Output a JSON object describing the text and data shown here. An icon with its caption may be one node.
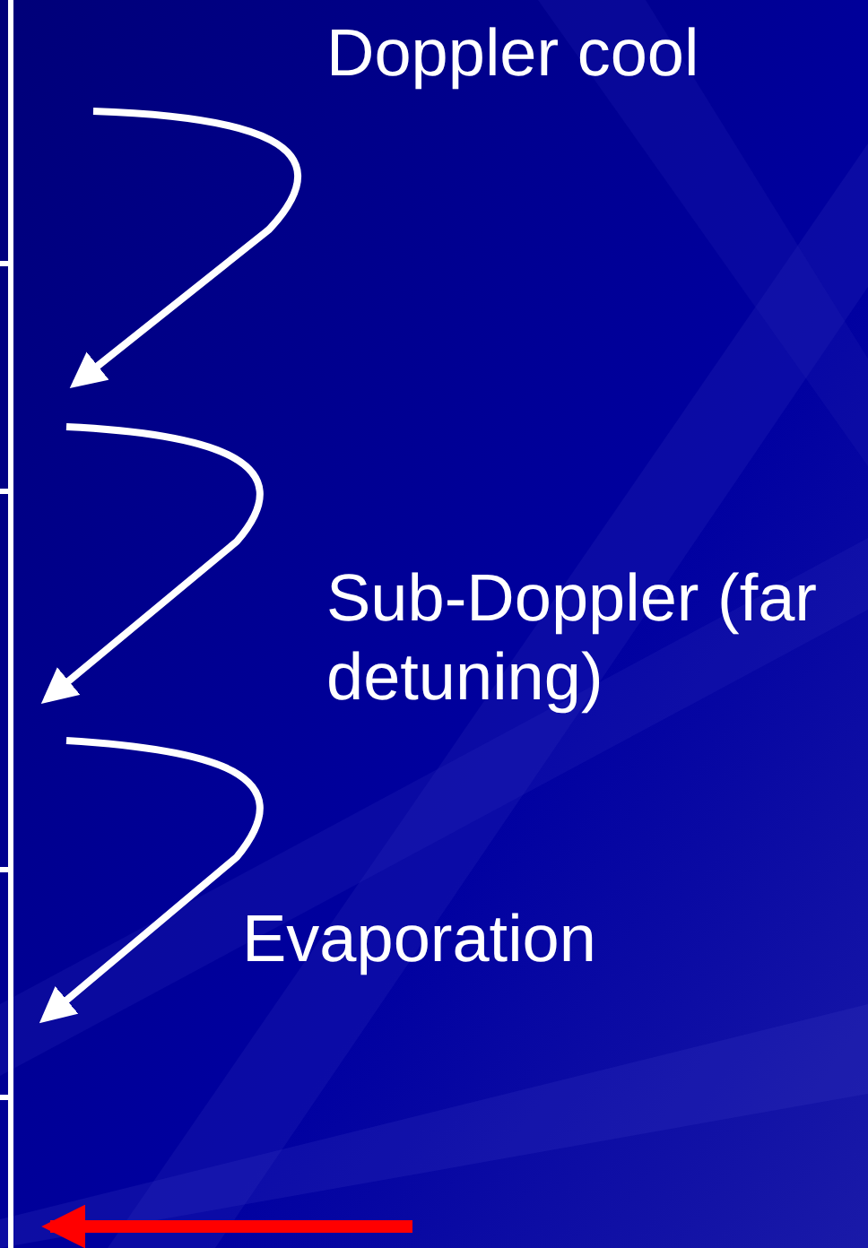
{
  "diagram": {
    "labels": [
      "Doppler cool",
      "Sub-Doppler (far detuning)",
      "Evaporation"
    ]
  }
}
